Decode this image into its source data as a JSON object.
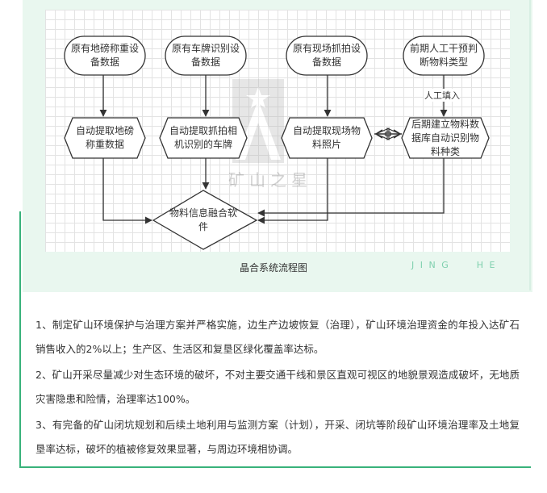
{
  "diagram": {
    "nodes": {
      "src_weigh": "原有地磅称重设备数据",
      "src_plate": "原有车牌识别设备数据",
      "src_capture": "原有现场抓拍设备数据",
      "src_manual": "前期人工干预判断物料类型",
      "proc_weigh": "自动提取地磅称重数据",
      "proc_plate": "自动提取抓拍相机识别的车牌",
      "proc_photo": "自动提取现场物料照片",
      "proc_db": "后期建立物料数据库自动识别物料种类",
      "fusion": "物料信息融合软件"
    },
    "edge_labels": {
      "manual_input": "人工填入"
    },
    "watermark": "矿山之星"
  },
  "caption": "晶合系统流程图",
  "brand_mark": "J I N G      H E",
  "colors": {
    "accent": "#38b27a",
    "band": "#e9f7ef",
    "stroke": "#333333"
  },
  "paragraphs": [
    "1、制定矿山环境保护与治理方案并严格实施，边生产边坡恢复（治理），矿山环境治理资金的年投入达矿石销售收入的2%以上；生产区、生活区和复垦区绿化覆盖率达标。",
    "2、矿山开采尽量减少对生态环境的破坏，不对主要交通干线和景区直观可视区的地貌景观造成破坏，无地质灾害隐患和险情，治理率达100%。",
    "3、有完备的矿山闭坑规划和后续土地利用与监测方案（计划），开采、闭坑等阶段矿山环境治理率及土地复垦率达标，破坏的植被修复效果显著，与周边环境相协调。"
  ]
}
